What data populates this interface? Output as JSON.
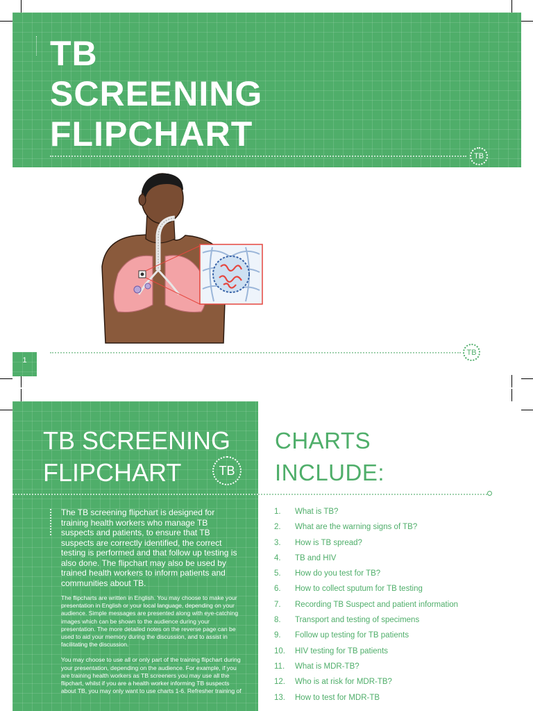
{
  "cover": {
    "title_lines": [
      "TB",
      "SCREENING",
      "FLIPCHART"
    ],
    "badge": "TB",
    "page_number": "1"
  },
  "page2": {
    "title_lines": [
      "TB SCREENING",
      "FLIPCHART"
    ],
    "badge": "TB",
    "intro_paragraph": "The TB screening flipchart is designed for training health workers who manage TB suspects and patients, to ensure that TB suspects are correctly identified, the correct testing is performed and that follow up testing is also done.  The flipchart may also be used by trained health workers to inform patients and communities about TB.",
    "detail_paragraph_1": "The flipcharts are written in English.  You may choose to make your presentation in English or your local language, depending on your audience.  Simple messages are presented along with eye-catching images which can be shown to the audience during your presentation.  The more detailed notes on the reverse page can be used to aid your memory during the discussion, and to assist in facilitating the discussion.",
    "detail_paragraph_2": "You may choose to use all or only part of the training flipchart during your presentation, depending on the audience.  For example, if you are training health workers as TB screeners you may use all the flipchart, whilst if you are a health worker informing TB suspects about TB, you may only want to use charts 1-6.  Refresher training of",
    "charts_heading": [
      "CHARTS",
      "INCLUDE:"
    ],
    "charts": [
      {
        "num": "1.",
        "label": "What is TB?"
      },
      {
        "num": "2.",
        "label": "What are the warning signs of TB?"
      },
      {
        "num": "3.",
        "label": "How is TB spread?"
      },
      {
        "num": "4.",
        "label": "TB and HIV"
      },
      {
        "num": "5.",
        "label": "How do you test for TB?"
      },
      {
        "num": "6.",
        "label": "How to collect sputum for TB testing"
      },
      {
        "num": "7.",
        "label": "Recording TB Suspect and patient information"
      },
      {
        "num": "8.",
        "label": "Transport and testing of specimens"
      },
      {
        "num": "9.",
        "label": "Follow up testing for TB patients"
      },
      {
        "num": "10.",
        "label": "HIV testing for TB patients"
      },
      {
        "num": "11.",
        "label": "What is MDR-TB?"
      },
      {
        "num": "12.",
        "label": "Who is at risk for MDR-TB?"
      },
      {
        "num": "13.",
        "label": "How to test for MDR-TB"
      }
    ]
  },
  "colors": {
    "brand_green": "#4fae6a",
    "lung_pink": "#f3a3a6",
    "skin": "#8a5a3c"
  }
}
